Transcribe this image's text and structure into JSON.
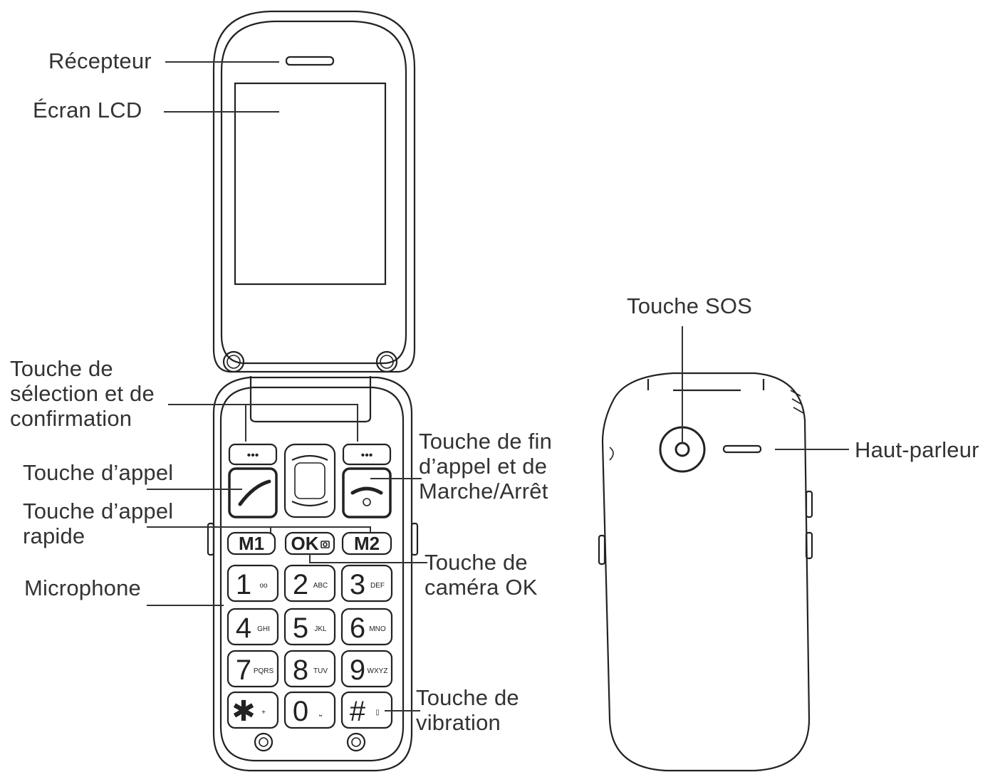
{
  "labels": {
    "recepteur": "Récepteur",
    "ecran_lcd": "Écran LCD",
    "touche_selection": [
      "Touche de",
      "sélection et de",
      "confirmation"
    ],
    "touche_appel": "Touche d’appel",
    "touche_appel_rapide": [
      "Touche d’appel",
      "rapide"
    ],
    "microphone": "Microphone",
    "touche_fin_appel": [
      "Touche de fin",
      "d’appel et de",
      "Marche/Arrêt"
    ],
    "touche_camera": [
      "Touche de",
      "caméra OK"
    ],
    "touche_vibration": [
      "Touche de",
      "vibration"
    ],
    "touche_sos": "Touche SOS",
    "haut_parleur": "Haut-parleur"
  },
  "keys": {
    "softkey_dots": "•••",
    "m1": "M1",
    "ok": "OK",
    "m2": "M2",
    "digits": [
      {
        "d": "1",
        "sub": "oo"
      },
      {
        "d": "2",
        "sub": "ABC"
      },
      {
        "d": "3",
        "sub": "DEF"
      },
      {
        "d": "4",
        "sub": "GHI"
      },
      {
        "d": "5",
        "sub": "JKL"
      },
      {
        "d": "6",
        "sub": "MNO"
      },
      {
        "d": "7",
        "sub": "PQRS"
      },
      {
        "d": "8",
        "sub": "TUV"
      },
      {
        "d": "9",
        "sub": "WXYZ"
      },
      {
        "d": "✱",
        "sub": "+"
      },
      {
        "d": "0",
        "sub": "⎵"
      },
      {
        "d": "#",
        "sub": "▯"
      }
    ]
  },
  "icons": [
    "call-handset-icon",
    "end-call-handset-icon",
    "power-icon",
    "camera-icon",
    "voicemail-icon",
    "sos-button-icon"
  ]
}
